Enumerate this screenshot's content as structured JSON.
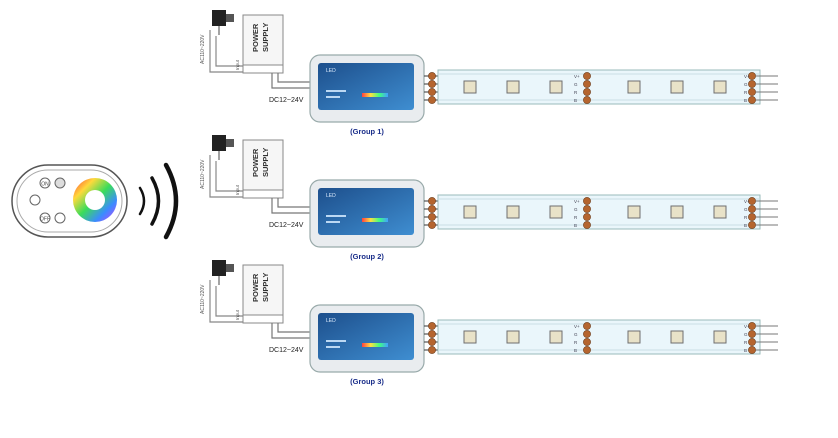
{
  "remote": {
    "buttons": [
      "ON",
      "OFF"
    ]
  },
  "power_supply": {
    "label_line1": "POWER",
    "label_line2": "SUPPLY",
    "ac_label": "AC110~220V",
    "input_label": "Input",
    "output_label": "DC12~24V"
  },
  "controller": {
    "brand": "LED"
  },
  "strip": {
    "terminal_labels": [
      "V+",
      "G",
      "R",
      "B"
    ]
  },
  "groups": [
    {
      "label": "(Group 1)"
    },
    {
      "label": "(Group 2)"
    },
    {
      "label": "(Group 3)"
    }
  ],
  "colors": {
    "controller_body": "#e9ecef",
    "controller_panel": "#2e6fb0",
    "strip_fill": "#eaf6fb",
    "led_chip": "#e8e2c8",
    "connector": "#b5652f",
    "group_label": "#1a2e8a"
  }
}
